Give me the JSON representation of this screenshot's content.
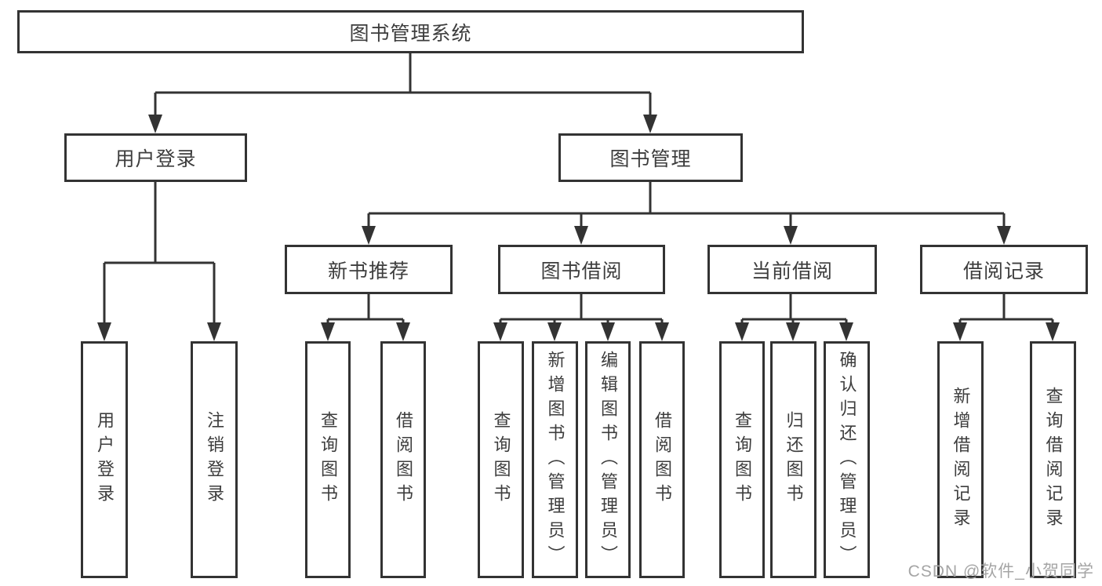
{
  "colors": {
    "line": "#333333",
    "box_border": "#333333",
    "text": "#3d3d3d",
    "watermark": "#a5a5a5",
    "background": "#ffffff"
  },
  "watermark": "CSDN @软件_小贺同学",
  "tree": {
    "root": "图书管理系统",
    "children": [
      {
        "label": "用户登录",
        "children": [
          {
            "label": "用户登录"
          },
          {
            "label": "注销登录"
          }
        ]
      },
      {
        "label": "图书管理",
        "children": [
          {
            "label": "新书推荐",
            "children": [
              {
                "label": "查询图书"
              },
              {
                "label": "借阅图书"
              }
            ]
          },
          {
            "label": "图书借阅",
            "children": [
              {
                "label": "查询图书"
              },
              {
                "label": "新增图书（管理员）"
              },
              {
                "label": "编辑图书（管理员）"
              },
              {
                "label": "借阅图书"
              }
            ]
          },
          {
            "label": "当前借阅",
            "children": [
              {
                "label": "查询图书"
              },
              {
                "label": "归还图书"
              },
              {
                "label": "确认归还（管理员）"
              }
            ]
          },
          {
            "label": "借阅记录",
            "children": [
              {
                "label": "新增借阅记录"
              },
              {
                "label": "查询借阅记录"
              }
            ]
          }
        ]
      }
    ]
  }
}
